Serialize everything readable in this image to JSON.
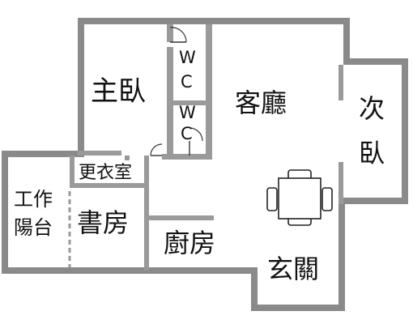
{
  "plan": {
    "rooms": {
      "master_bedroom": "主臥",
      "living_room": "客廳",
      "second_bedroom_line1": "次",
      "second_bedroom_line2": "臥",
      "wc_top_line1": "W",
      "wc_top_line2": "C",
      "wc_bottom_line1": "W",
      "wc_bottom_line2": "C",
      "closet": "更衣室",
      "utility_line1": "工作",
      "utility_line2": "陽台",
      "study": "書房",
      "kitchen": "廚房",
      "entrance": "玄關"
    },
    "colors": {
      "wall": "#8a8a8a",
      "text": "#111111"
    }
  }
}
